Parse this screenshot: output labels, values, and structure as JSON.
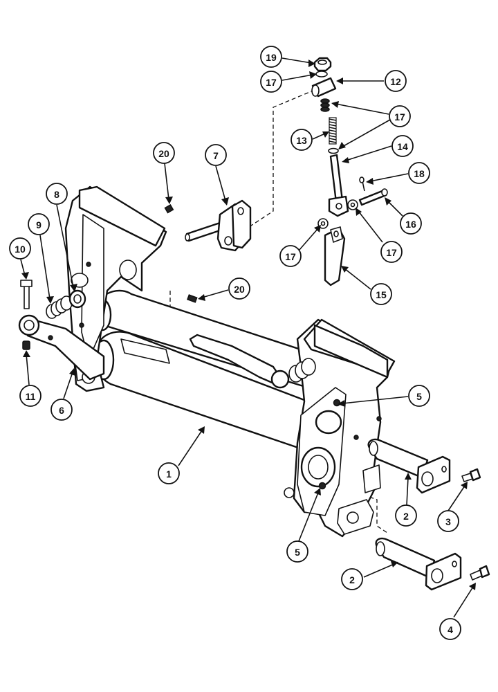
{
  "callouts": {
    "c1": "1",
    "c2a": "2",
    "c2b": "2",
    "c3": "3",
    "c4": "4",
    "c5a": "5",
    "c5b": "5",
    "c6": "6",
    "c7": "7",
    "c8": "8",
    "c9": "9",
    "c10": "10",
    "c11": "11",
    "c12": "12",
    "c13": "13",
    "c14": "14",
    "c15": "15",
    "c16": "16",
    "c17a": "17",
    "c17b": "17",
    "c17c": "17",
    "c17d": "17",
    "c18": "18",
    "c19": "19",
    "c20a": "20",
    "c20b": "20"
  }
}
